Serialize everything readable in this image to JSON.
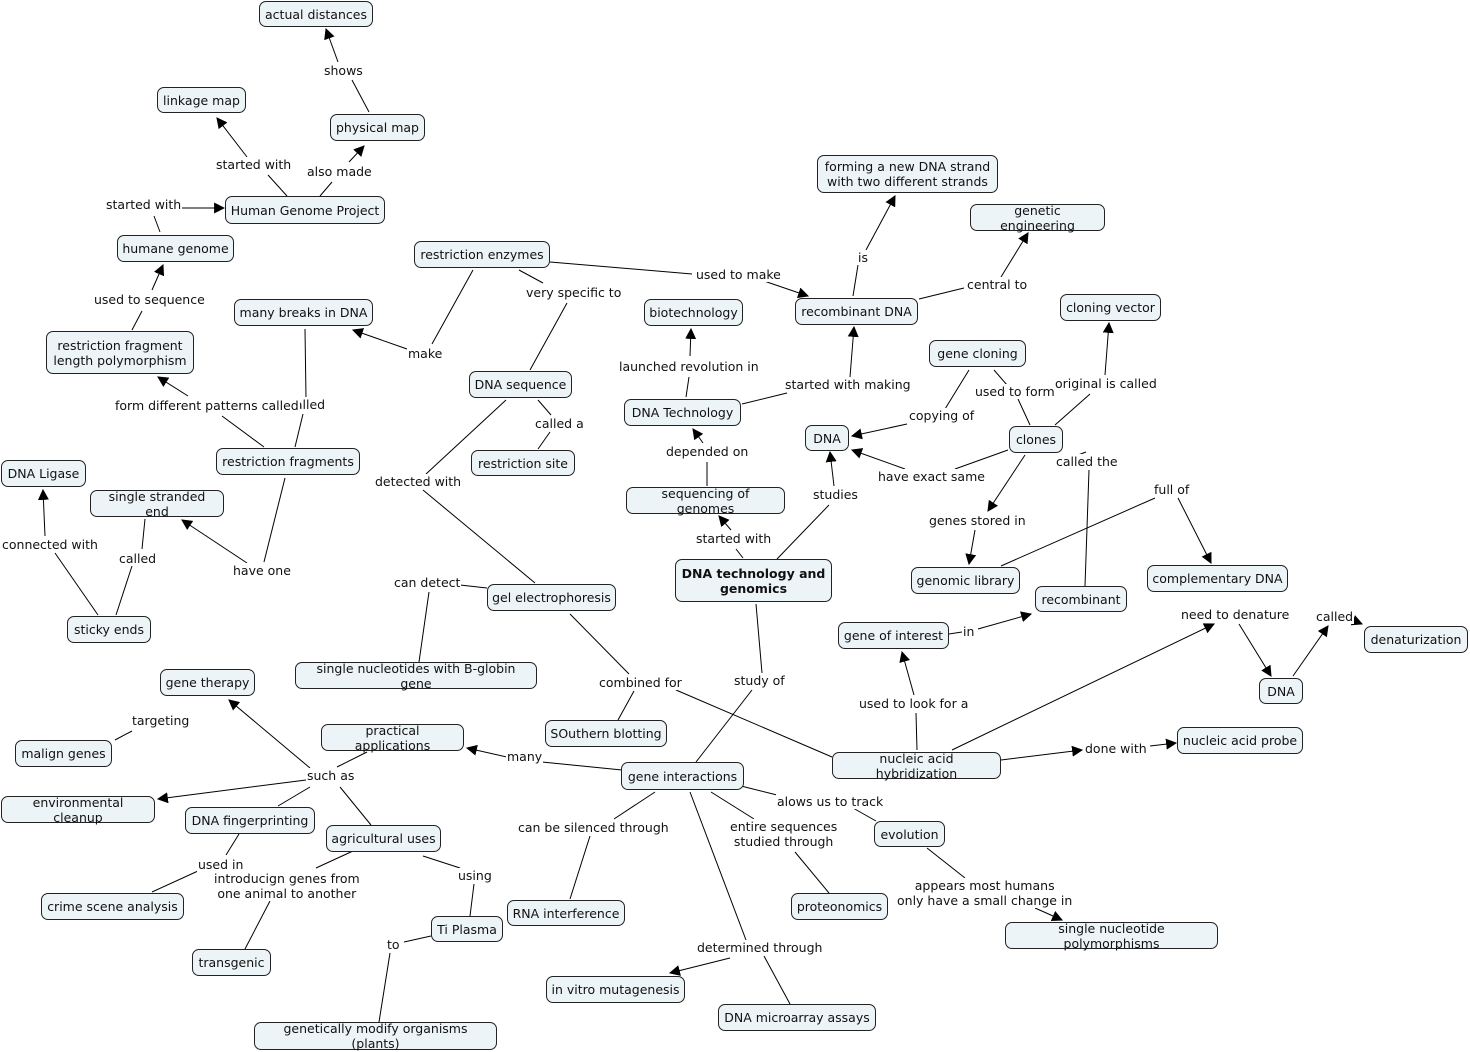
{
  "concepts": {
    "actual_distances": "actual distances",
    "linkage_map": "linkage map",
    "physical_map": "physical map",
    "human_genome_project": "Human Genome Project",
    "humane_genome": "humane genome",
    "restriction_enzymes": "restriction enzymes",
    "many_breaks": "many breaks in DNA",
    "rflp": "restriction fragment\nlength polymorphism",
    "dna_sequence": "DNA sequence",
    "restriction_site": "restriction site",
    "restriction_fragments": "restriction fragments",
    "dna_ligase": "DNA Ligase",
    "single_stranded_end": "single stranded end",
    "sticky_ends": "sticky ends",
    "gel_electrophoresis": "gel electrophoresis",
    "single_nucleotides": "single nucleotides with B-globin gene",
    "gene_therapy": "gene therapy",
    "malign_genes": "malign genes",
    "practical_applications": "practical applications",
    "environmental_cleanup": "environmental cleanup",
    "dna_fingerprinting": "DNA fingerprinting",
    "agricultural_uses": "agricultural uses",
    "crime_scene": "crime scene analysis",
    "ti_plasma": "Ti Plasma",
    "transgenic": "transgenic",
    "genetically_modify": "genetically modify organisms (plants)",
    "southern_blotting": "SOuthern blotting",
    "biotechnology": "biotechnology",
    "dna_technology": "DNA Technology",
    "sequencing_genomes": "sequencing of genomes",
    "main_topic": "DNA technology and\ngenomics",
    "gene_interactions": "gene interactions",
    "rna_interference": "RNA interference",
    "in_vitro": "in vitro mutagenesis",
    "microarray": "DNA microarray assays",
    "proteonomics": "proteonomics",
    "evolution": "evolution",
    "snp": "single nucleotide polymorphisms",
    "forming_new_strand": "forming a new DNA strand\nwith two different strands",
    "genetic_engineering": "genetic engineering",
    "recombinant_dna": "recombinant DNA",
    "cloning_vector": "cloning vector",
    "gene_cloning": "gene cloning",
    "dna_1": "DNA",
    "clones": "clones",
    "genomic_library": "genomic library",
    "complementary_dna": "complementary DNA",
    "recombinant": "recombinant",
    "gene_of_interest": "gene of interest",
    "nucleic_acid_hybridization": "nucleic acid hybridization",
    "nucleic_acid_probe": "nucleic acid probe",
    "dna_2": "DNA",
    "denaturization": "denaturization"
  },
  "links": {
    "shows": "shows",
    "started_with_1": "started with",
    "also_made": "also made",
    "started_with_2": "started with",
    "used_to_sequence": "used to sequence",
    "used_to_make": "used to make",
    "very_specific_to": "very specific to",
    "make": "make",
    "called_1": "called",
    "form_patterns": "form different patterns called",
    "called_a": "called a",
    "detected_with": "detected with",
    "have_one": "have one",
    "called_2": "called",
    "connected_with": "connected with",
    "can_detect": "can detect",
    "combined_for": "combined for",
    "targeting": "targeting",
    "such_as": "such as",
    "many": "many",
    "used_in": "used in",
    "introducing": "introducign genes from\none animal to another",
    "using": "using",
    "to": "to",
    "launched": "launched revolution in",
    "started_with_making": "started with making",
    "depended_on": "depended on",
    "started_with_3": "started with",
    "studies": "studies",
    "study_of": "study of",
    "can_be_silenced": "can be silenced through",
    "entire_sequences": "entire sequences\nstudied through",
    "determined_through": "determined through",
    "alows_track": "alows us to track",
    "appears_humans": "appears most humans\nonly have a small change in",
    "is": "is",
    "central_to": "central to",
    "copying_of": "copying of",
    "used_to_form": "used to form",
    "original_called": "original is called",
    "have_exact_same": "have exact same",
    "called_the": "called the",
    "genes_stored_in": "genes stored in",
    "full_of": "full of",
    "in": "in",
    "used_to_look": "used to look for a",
    "need_to_denature": "need to denature",
    "called_3": "called",
    "done_with": "done with"
  },
  "colors": {
    "node_fill": "#edf4f8",
    "node_border": "#222222",
    "line": "#000000"
  }
}
